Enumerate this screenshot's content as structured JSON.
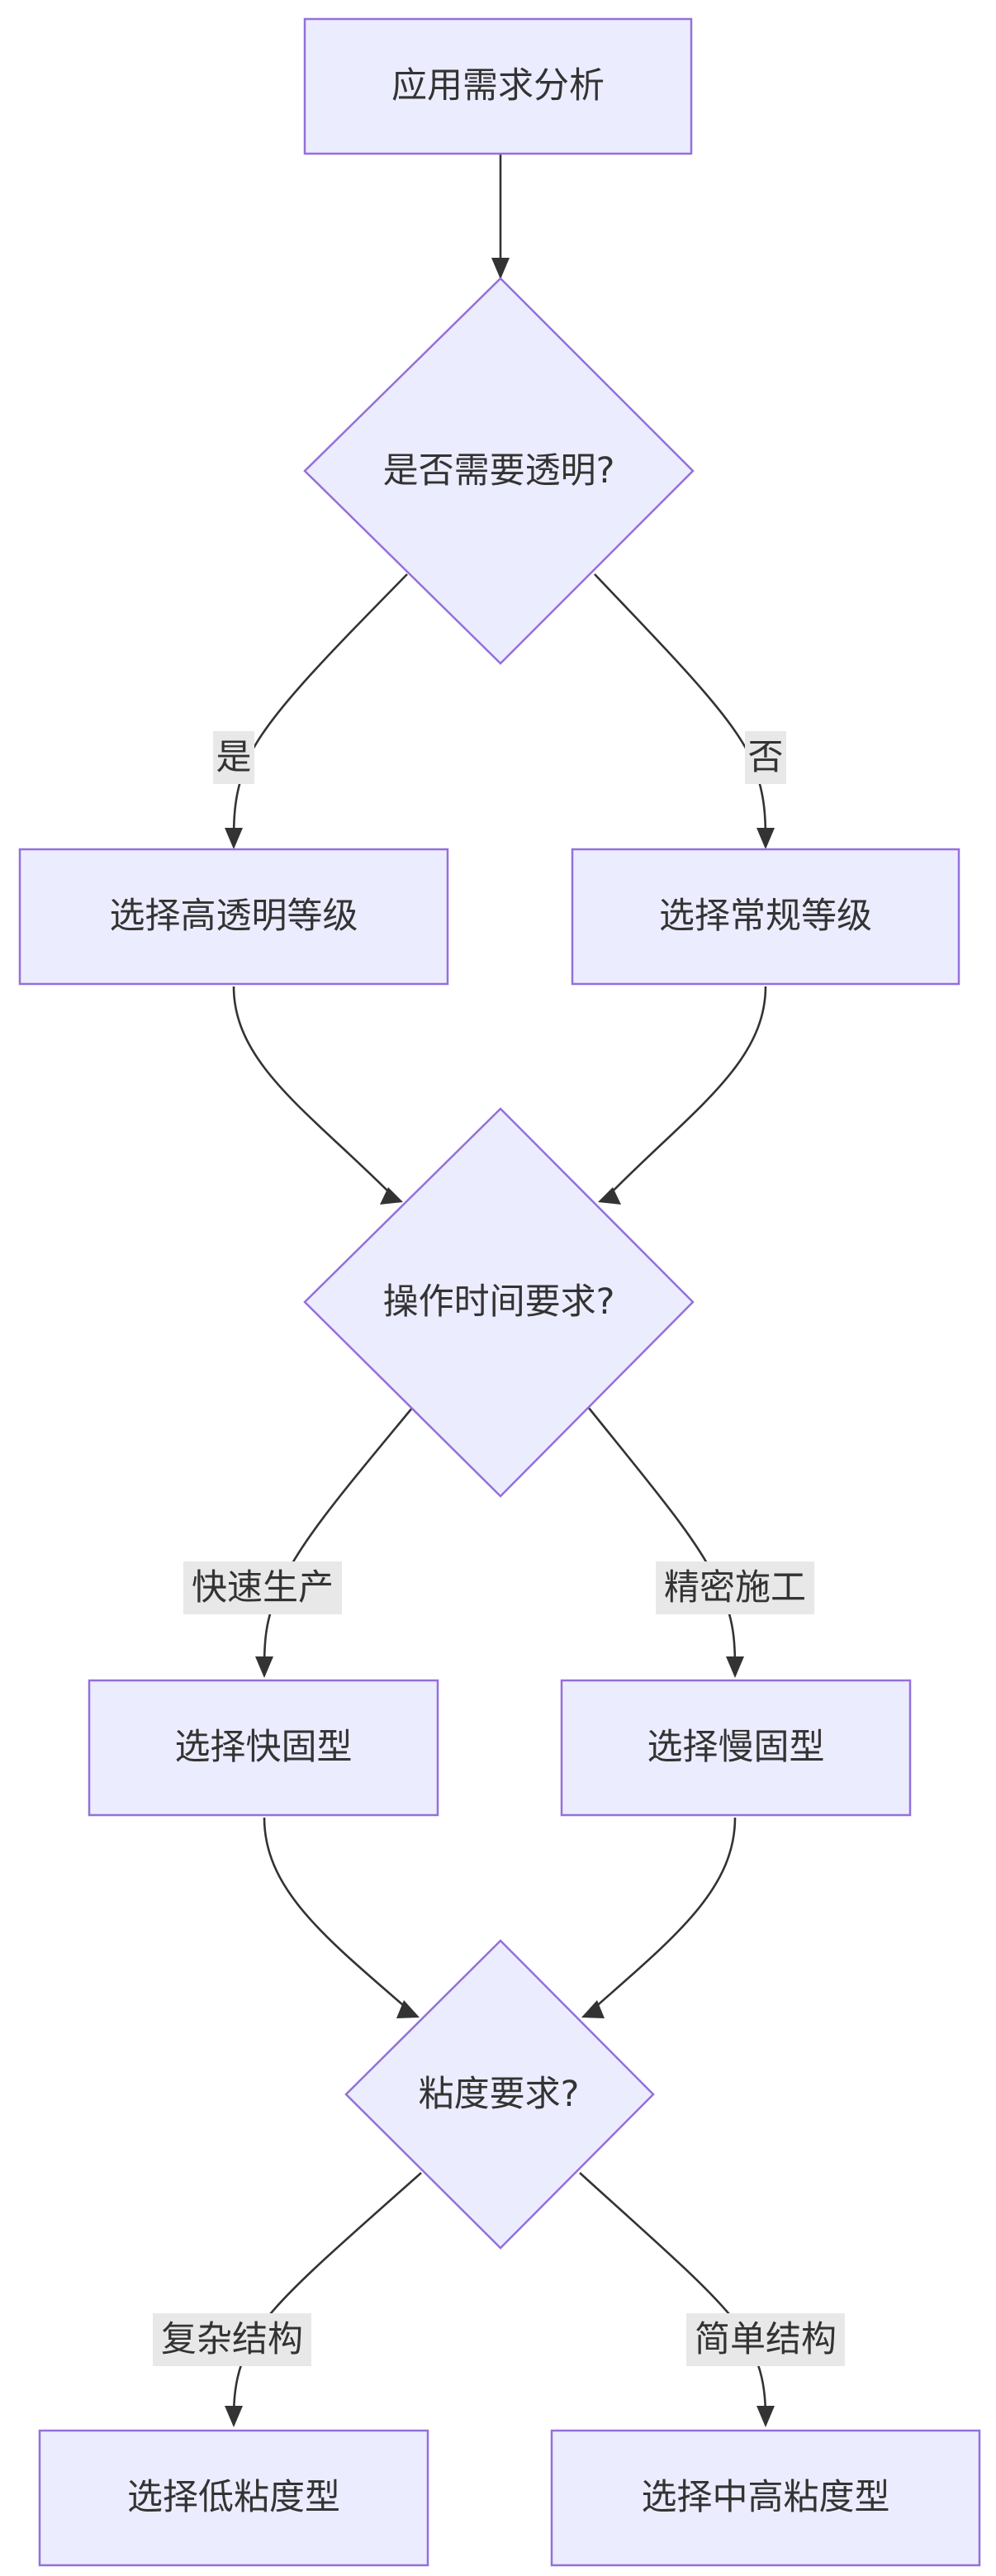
{
  "nodes": {
    "analysis": "应用需求分析",
    "transparent_q": "是否需要透明?",
    "high_transparency": "选择高透明等级",
    "regular_grade": "选择常规等级",
    "operation_time_q": "操作时间要求?",
    "fast_cure": "选择快固型",
    "slow_cure": "选择慢固型",
    "viscosity_q": "粘度要求?",
    "low_viscosity": "选择低粘度型",
    "mid_high_viscosity": "选择中高粘度型"
  },
  "edge_labels": {
    "yes": "是",
    "no": "否",
    "fast_production": "快速生产",
    "precise_construction": "精密施工",
    "complex_structure": "复杂结构",
    "simple_structure": "简单结构"
  },
  "colors": {
    "node_fill": "#ececff",
    "node_stroke": "#9370db",
    "edge": "#333333",
    "label_bg": "#e8e8e8"
  }
}
